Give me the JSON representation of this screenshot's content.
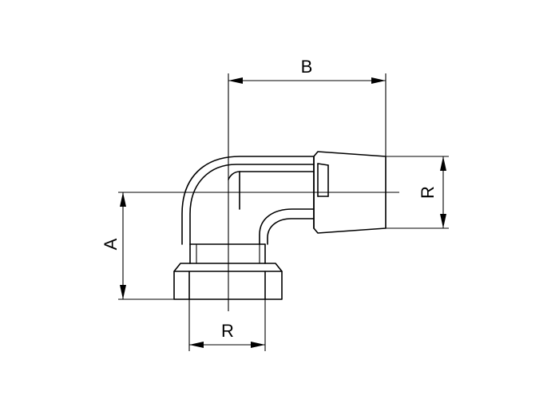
{
  "drawing": {
    "labels": {
      "dimension_b": "B",
      "dimension_a": "A",
      "dimension_r_right": "R",
      "dimension_r_bottom": "R"
    },
    "colors": {
      "line": "#000000",
      "background": "#ffffff"
    }
  }
}
